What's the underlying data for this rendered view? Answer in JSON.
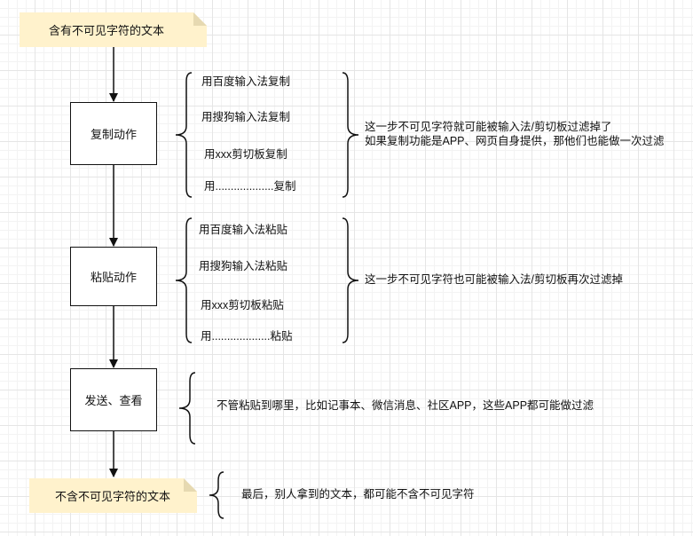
{
  "nodes": {
    "start": "含有不可见字符的文本",
    "copy": "复制动作",
    "paste": "粘贴动作",
    "send": "发送、查看",
    "end": "不含不可见字符的文本"
  },
  "copy_methods": [
    "用百度输入法复制",
    "用搜狗输入法复制",
    "用xxx剪切板复制",
    "用...................复制"
  ],
  "copy_note": [
    "这一步不可见字符就可能被输入法/剪切板过滤掉了",
    "如果复制功能是APP、网页自身提供，那他们也能做一次过滤"
  ],
  "paste_methods": [
    "用百度输入法粘贴",
    "用搜狗输入法粘贴",
    "用xxx剪切板粘贴",
    "用...................粘贴"
  ],
  "paste_note": "这一步不可见字符也可能被输入法/剪切板再次过滤掉",
  "send_note": "不管粘贴到哪里，比如记事本、微信消息、社区APP，这些APP都可能做过滤",
  "end_note": "最后，别人拿到的文本，都可能不含不可见字符",
  "colors": {
    "note_fill": "#fff2cc",
    "note_fold": "#e6d9b1",
    "stroke": "#111111",
    "grid": "#e5e5e5"
  }
}
